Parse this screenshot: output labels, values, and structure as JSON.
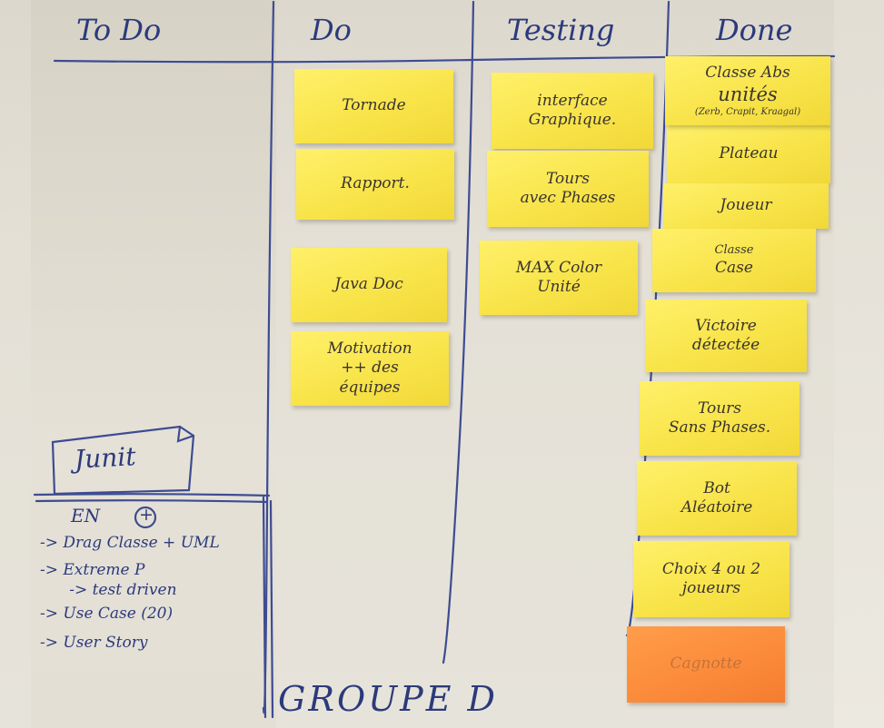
{
  "columns": [
    "To Do",
    "Do",
    "Testing",
    "Done"
  ],
  "todo": {
    "card": "Junit",
    "en_title": "EN",
    "en_plus": "+",
    "en_items": [
      "-> Drag Classe + UML",
      "-> Extreme P",
      "   -> test driven",
      "-> Use Case (20)",
      "-> User Story"
    ]
  },
  "do_notes": [
    [
      "Tornade"
    ],
    [
      "Rapport."
    ],
    [
      "Java Doc"
    ],
    [
      "Motivation",
      "++ des",
      "équipes"
    ]
  ],
  "testing_notes": [
    [
      "interface",
      "Graphique."
    ],
    [
      "Tours",
      "avec Phases"
    ],
    [
      "MAX Color",
      "Unité"
    ]
  ],
  "done_notes": [
    [
      "Classe Abs",
      "unités",
      "(Zerb, Crapit, Kraagal)"
    ],
    [
      "Plateau"
    ],
    [
      "Joueur"
    ],
    [
      "Classe",
      "Case"
    ],
    [
      "Victoire",
      "détectée"
    ],
    [
      "Tours",
      "Sans Phases."
    ],
    [
      "Bot",
      "Aléatoire"
    ],
    [
      "Choix 4 ou 2",
      "joueurs"
    ],
    [
      "Cagnotte"
    ]
  ],
  "footer": "GROUPE D",
  "colors": {
    "ink": "#2c3a7c",
    "sticky_yellow": "#f8e44a",
    "sticky_orange": "#fb8a3a"
  }
}
